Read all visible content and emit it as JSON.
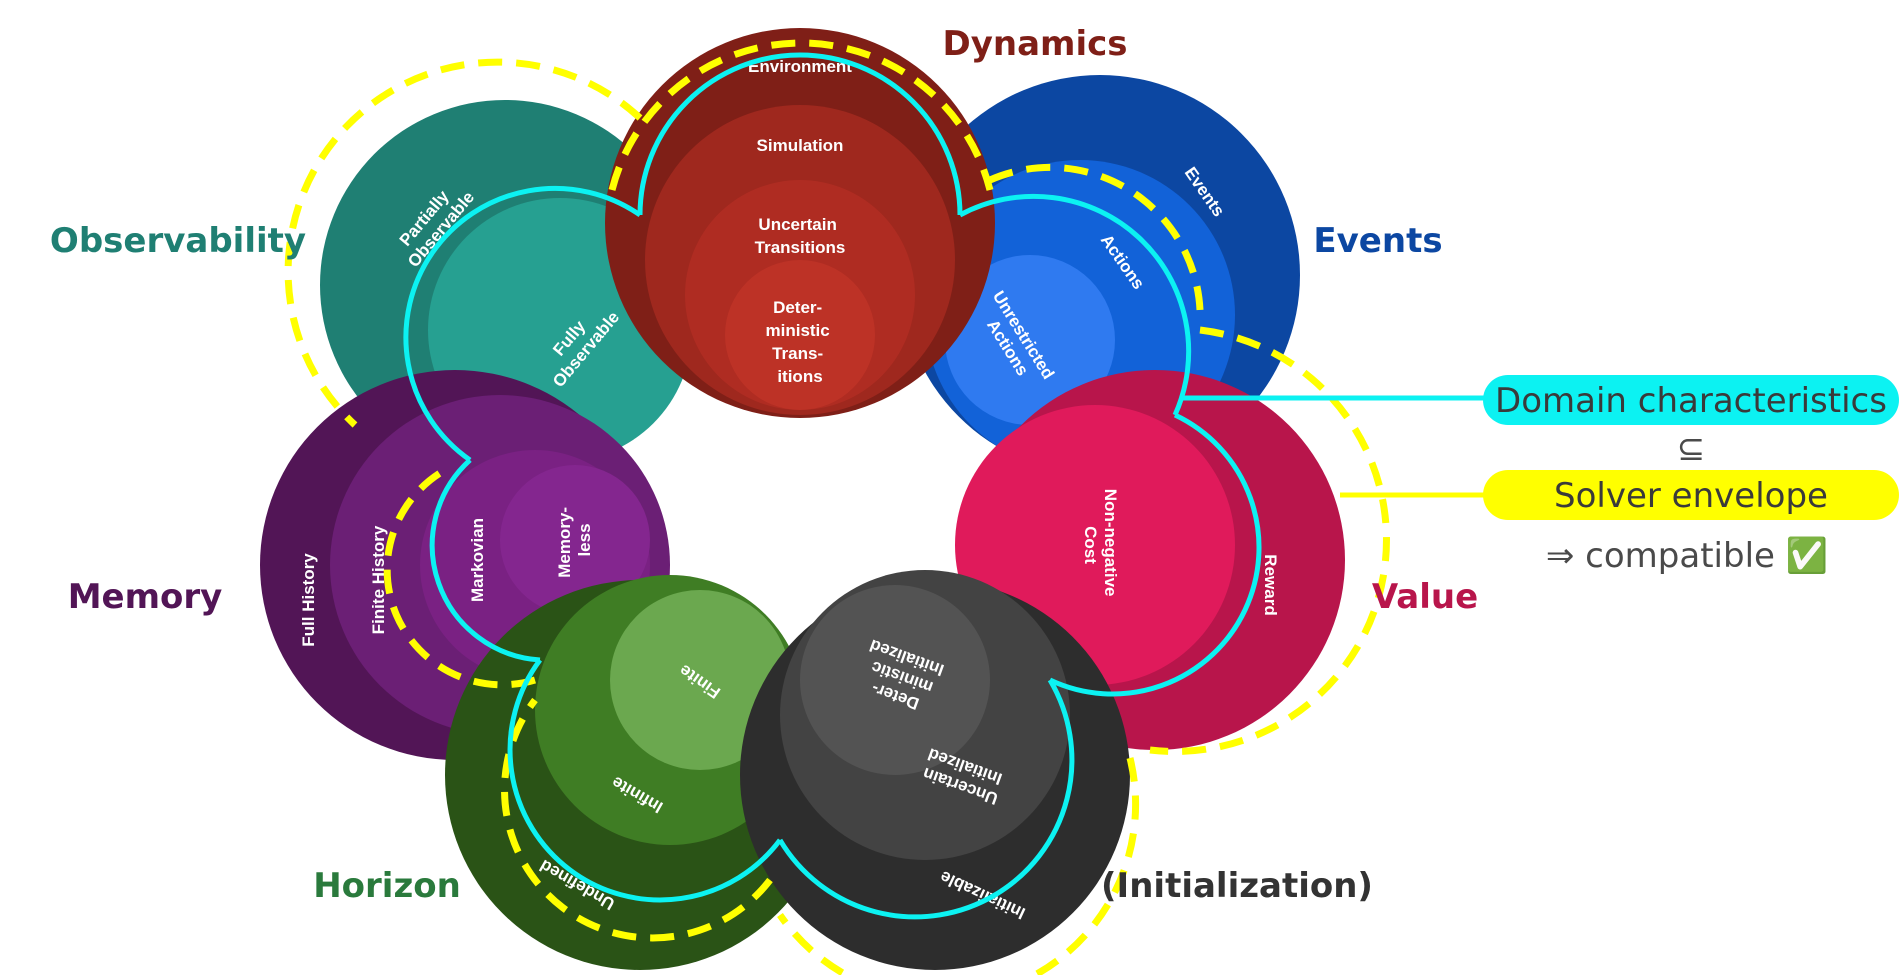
{
  "colors": {
    "teal": [
      "#1f7f73",
      "#26a091"
    ],
    "red": [
      "#7f1f17",
      "#9f281e",
      "#af2c22",
      "#bd3226"
    ],
    "blue": [
      "#0c47a2",
      "#1262d8",
      "#2f7af0"
    ],
    "magenta": [
      "#b8154b",
      "#e01a5b"
    ],
    "dark": [
      "#2d2d2d",
      "#434343",
      "#535353"
    ],
    "green": [
      "#2a5316",
      "#3f7d24",
      "#6ba84f"
    ],
    "purple": [
      "#521556",
      "#6b1f75",
      "#7a2183",
      "#84268f"
    ],
    "cyan": "#0cf2f2",
    "yellow": "#ffff00",
    "legend_text": "#4a4a4a"
  },
  "categories": {
    "dynamics": "Dynamics",
    "events": "Events",
    "observability": "Observability",
    "memory": "Memory",
    "value": "Value",
    "horizon": "Horizon",
    "initialization": "(Initialization)"
  },
  "dynamics": {
    "environment": "Environment",
    "simulation": "Simulation",
    "uncertain": [
      "Uncertain",
      "Transitions"
    ],
    "deterministic": [
      "Deter-",
      "ministic",
      "Trans-",
      "itions"
    ]
  },
  "events": {
    "events": "Events",
    "actions": "Actions",
    "unrestricted": [
      "Unrestricted",
      "Actions"
    ]
  },
  "observability": {
    "partially": [
      "Partially",
      "Observable"
    ],
    "fully": [
      "Fully",
      "Observable"
    ]
  },
  "memory": {
    "full": "Full History",
    "finite": "Finite History",
    "markovian": "Markovian",
    "memoryless": [
      "Memory-",
      "less"
    ]
  },
  "value": {
    "reward": "Reward",
    "cost": [
      "Non-negative",
      "Cost"
    ]
  },
  "horizon": {
    "undefined": "Undefined",
    "infinite": "Infinite",
    "finite": "Finite"
  },
  "initialization": {
    "initializable": "Initializable",
    "uncertain": [
      "Uncertain",
      "Initialized"
    ],
    "deterministic": [
      "Deter-",
      "ministic",
      "Initialized"
    ]
  },
  "legend": {
    "domain": "Domain characteristics",
    "subset": "⊆",
    "solver": "Solver envelope",
    "compatible": "⇒ compatible ✅"
  }
}
